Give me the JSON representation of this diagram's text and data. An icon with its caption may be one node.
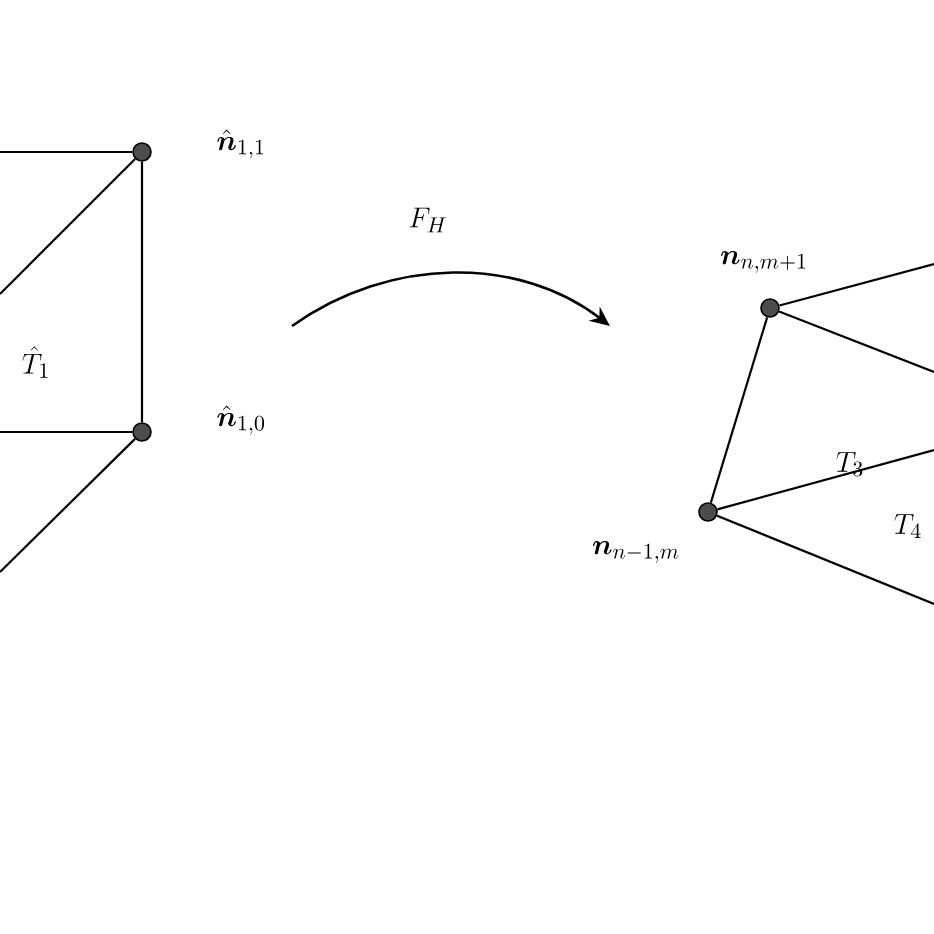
{
  "diagram": {
    "nodes": [
      {
        "text": [],
        "shape": "circle",
        "beside": [
          "\\hat{\\boldsymbol{n}}_{1,1}"
        ]
      },
      {
        "text": [],
        "shape": "circle",
        "beside": [
          "\\hat{\\boldsymbol{n}}_{1,0}"
        ]
      },
      {
        "text": [],
        "shape": "circle",
        "beside": [
          "\\boldsymbol{n}_{n,m+1}"
        ]
      },
      {
        "text": [],
        "shape": "circle",
        "beside": [
          "\\boldsymbol{n}_{n-1,m}"
        ]
      }
    ],
    "edges": [
      {
        "from": null,
        "to": 0,
        "arrow": "none"
      },
      {
        "from": 0,
        "to": null,
        "arrow": "none"
      },
      {
        "from": 0,
        "to": 1,
        "arrow": "none"
      },
      {
        "from": null,
        "to": 1,
        "arrow": "none"
      },
      {
        "from": 1,
        "to": null,
        "arrow": "none"
      },
      {
        "from": 3,
        "to": 2,
        "arrow": "none"
      },
      {
        "from": 2,
        "to": null,
        "arrow": "none"
      },
      {
        "from": 2,
        "to": null,
        "arrow": "none"
      },
      {
        "from": 3,
        "to": null,
        "arrow": "none"
      },
      {
        "from": 3,
        "to": null,
        "arrow": "none"
      }
    ],
    "labels": [
      "\\hat{T}_1",
      "F_H",
      "T_3",
      "T_4"
    ]
  }
}
